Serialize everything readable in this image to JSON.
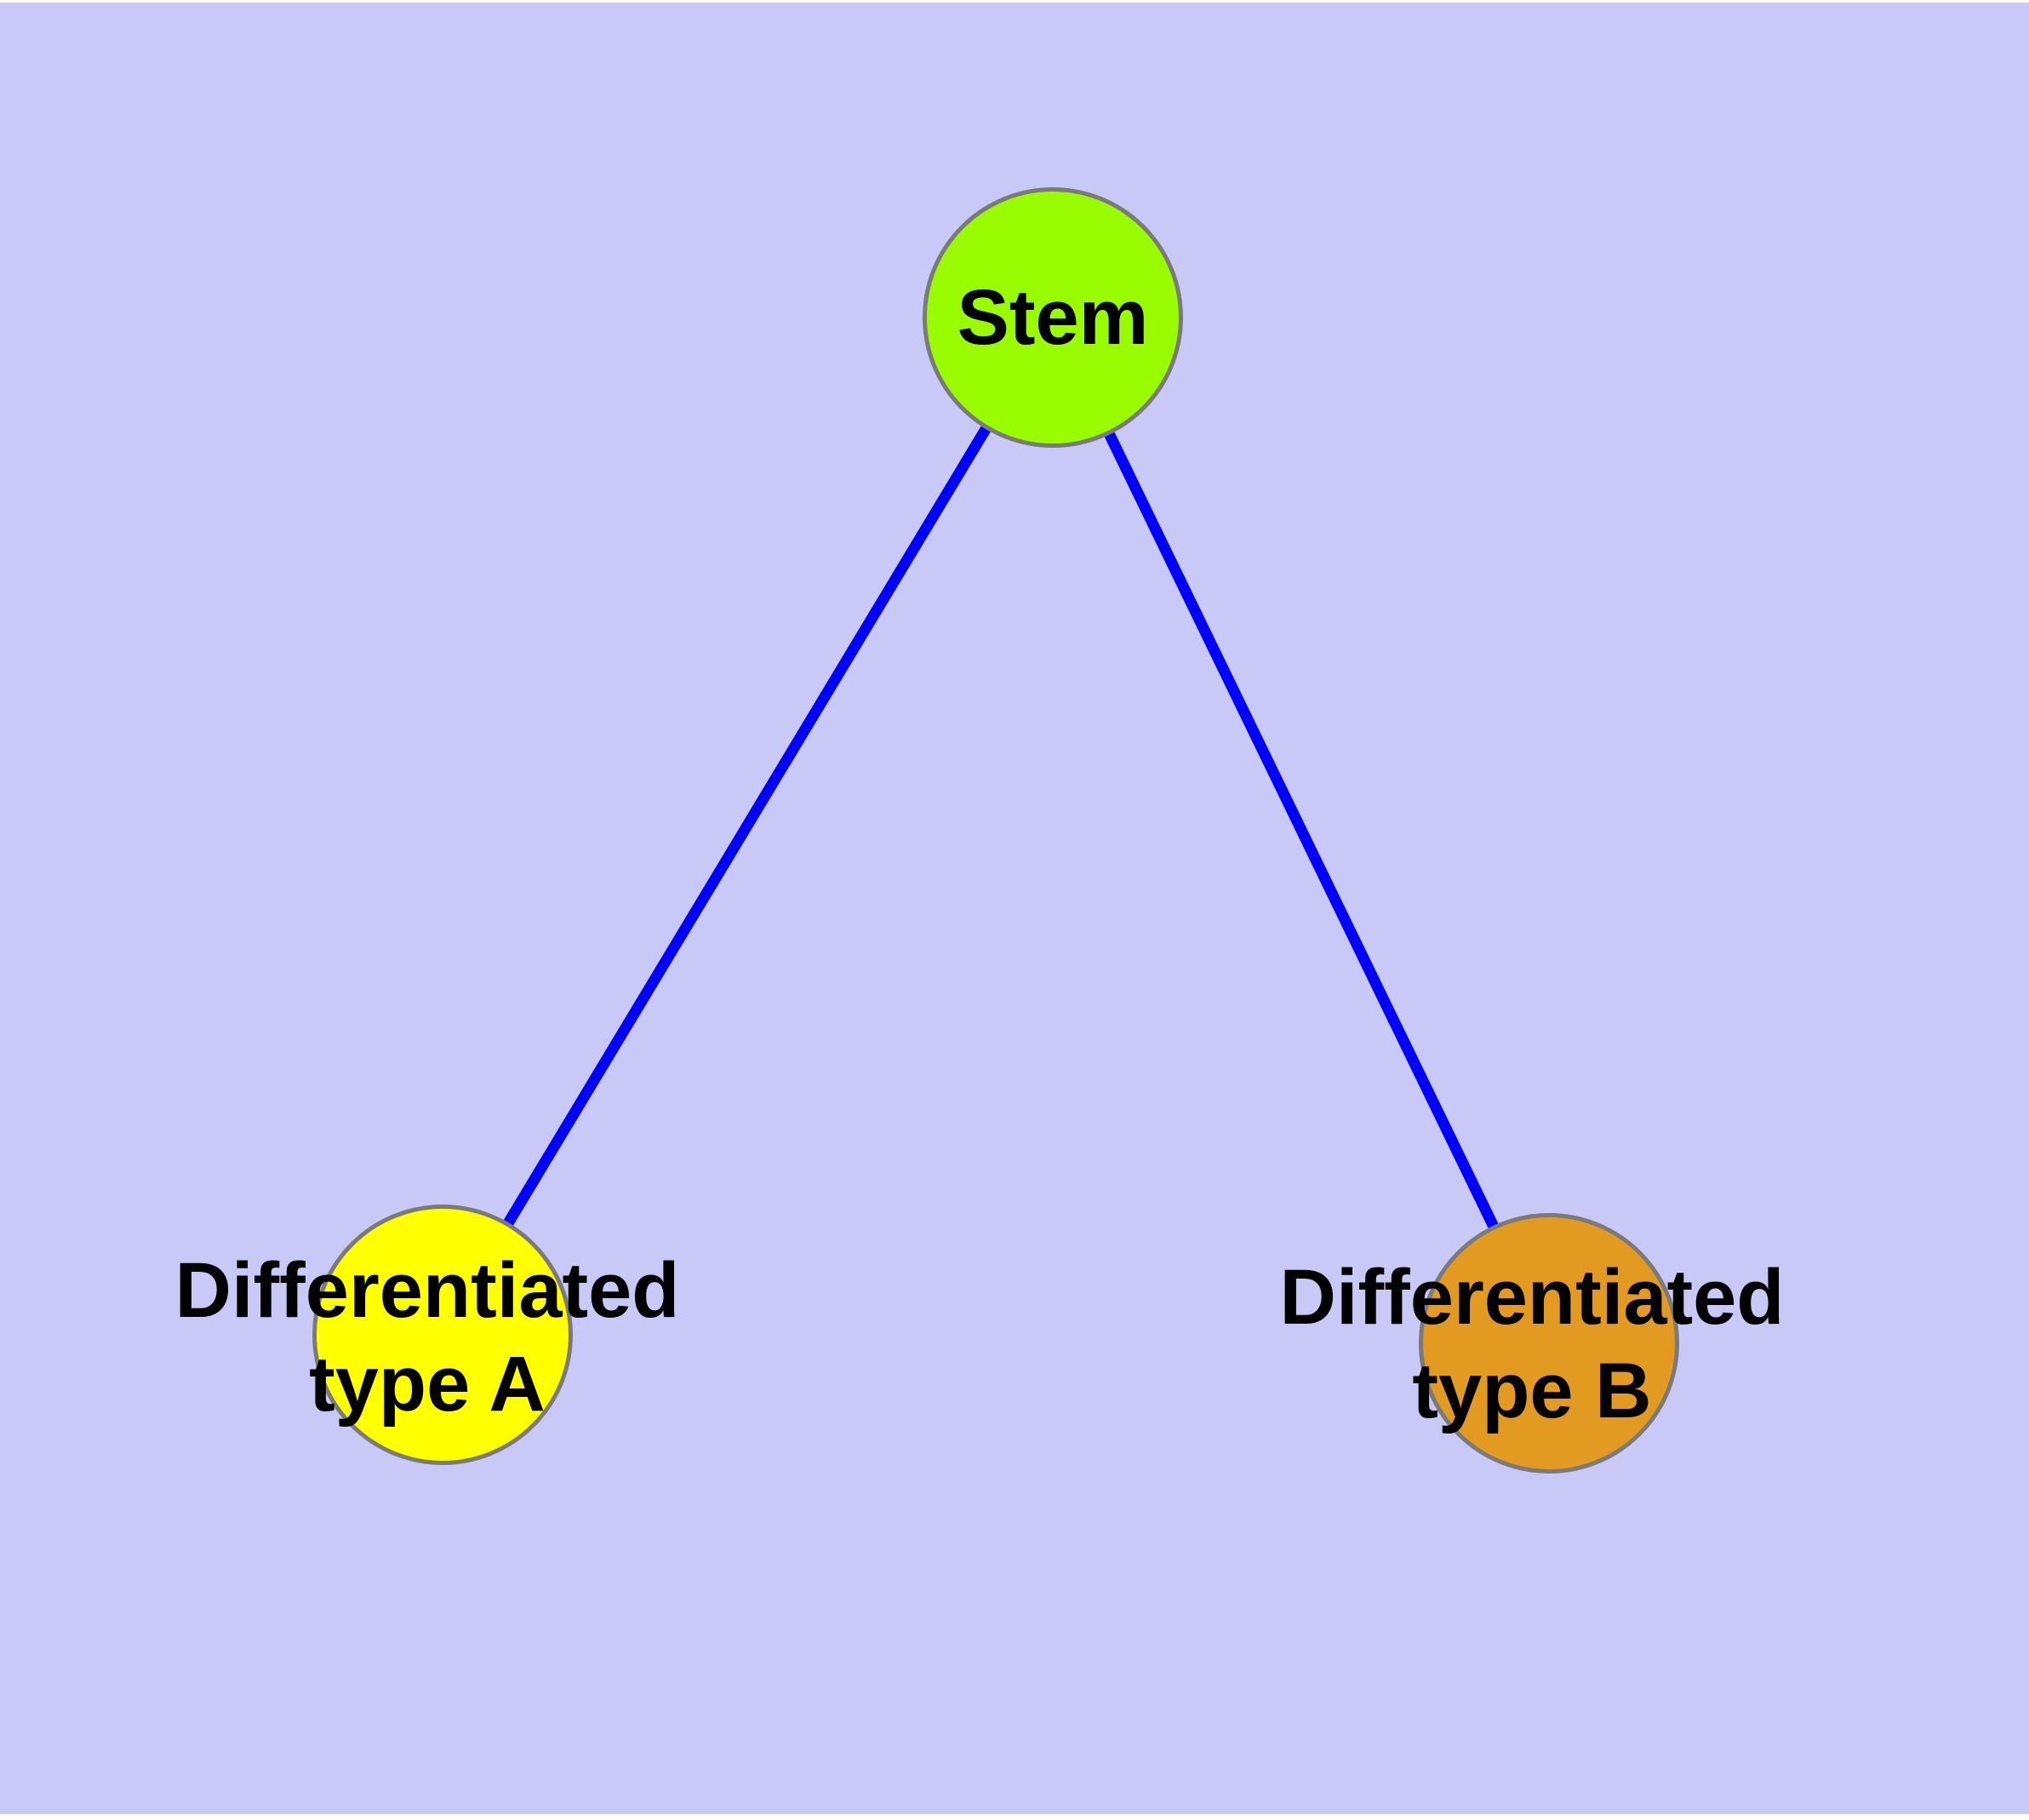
{
  "diagram": {
    "type": "graph",
    "background_color": "#C9C9F7",
    "edge_color": "#0000FF",
    "node_border_color": "#7A7A7A",
    "label_color": "#000000",
    "nodes": [
      {
        "id": "stem",
        "label": "Stem",
        "fill": "#99FC00"
      },
      {
        "id": "differentiated-type-a",
        "label_line1": "Differentiated",
        "label_line2": "type A",
        "fill": "#FFFF00"
      },
      {
        "id": "differentiated-type-b",
        "label_line1": "Differentiated",
        "label_line2": "type B",
        "fill": "#E29A20"
      }
    ],
    "edges": [
      {
        "from": "Stem",
        "to": "Differentiated type A"
      },
      {
        "from": "Stem",
        "to": "Differentiated type B"
      }
    ]
  }
}
